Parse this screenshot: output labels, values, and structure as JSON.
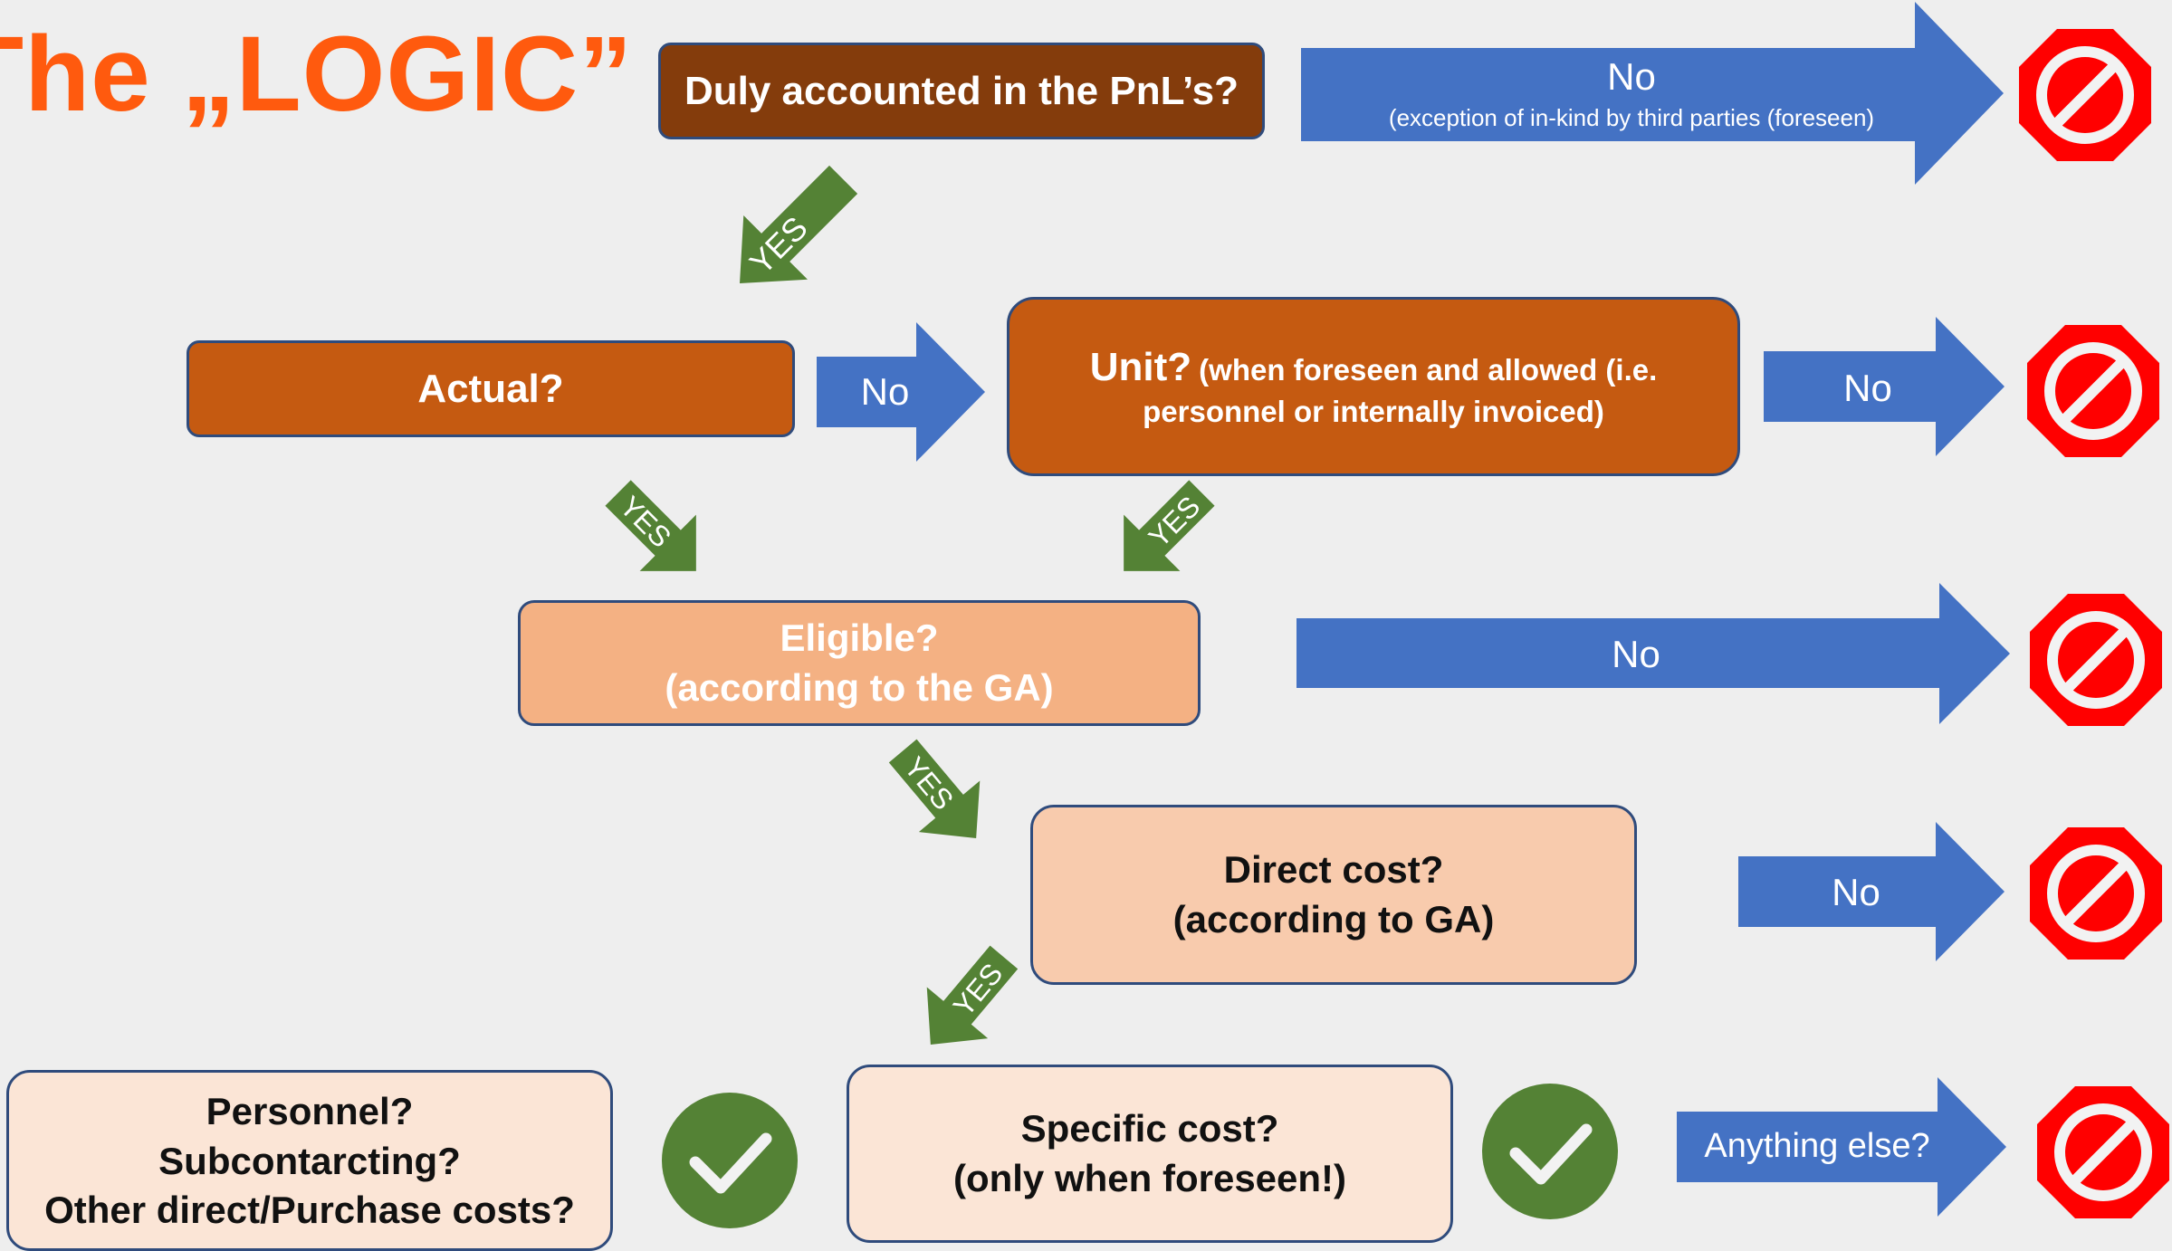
{
  "title": "The „LOGIC”",
  "colors": {
    "title": "#ff5a0e",
    "box_brown": "#843c0c",
    "box_orange": "#c55a11",
    "box_peach": "#f4b183",
    "box_light": "#f8cbad",
    "box_pale": "#fbe5d6",
    "arrow_blue": "#4472c4",
    "arrow_green": "#548235",
    "stop_red": "#ff0000",
    "check_green": "#548235"
  },
  "nodes": {
    "duly": "Duly accounted in the PnL’s?",
    "actual": "Actual?",
    "unit_main": "Unit?",
    "unit_note_1": "(when foreseen and allowed (i.e.",
    "unit_note_2": "personnel or internally invoiced)",
    "eligible_1": "Eligible?",
    "eligible_2": "(according to the GA)",
    "direct_1": "Direct cost?",
    "direct_2": "(according to GA)",
    "personnel_1": "Personnel?",
    "personnel_2": "Subcontarcting?",
    "personnel_3": "Other direct/Purchase costs?",
    "specific_1": "Specific cost?",
    "specific_2": "(only when foreseen!)"
  },
  "arrows": {
    "no_1": "No",
    "no_1_note": "(exception of in-kind by third parties (foreseen)",
    "actual_no": "No",
    "unit_no": "No",
    "eligible_no": "No",
    "direct_no": "No",
    "anything_else": "Anything else?",
    "yes": "YES"
  },
  "icons": {
    "stop": "prohibited-stop-icon",
    "check": "checkmark-icon"
  }
}
